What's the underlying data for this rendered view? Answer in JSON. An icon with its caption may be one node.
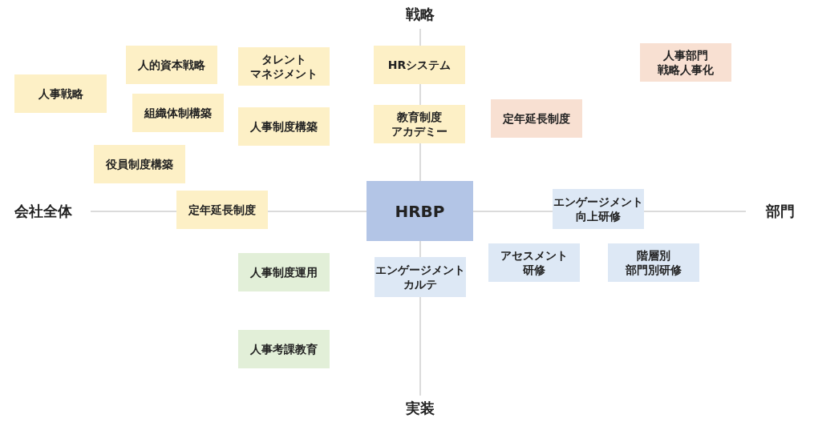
{
  "diagram": {
    "nodes": [
      {
        "text": [
          "人事戦略"
        ]
      },
      {
        "text": [
          "人的資本戦略"
        ]
      },
      {
        "text": [
          "タレントマネジメント"
        ]
      },
      {
        "text": [
          "HRシステム"
        ]
      },
      {
        "text": [
          "人事部門戦略人事化"
        ]
      },
      {
        "text": [
          "組織体制構築"
        ]
      },
      {
        "text": [
          "人事制度構築"
        ]
      },
      {
        "text": [
          "教育制度アカデミー"
        ]
      },
      {
        "text": [
          "定年延長制度"
        ]
      },
      {
        "text": [
          "役員制度構築"
        ]
      },
      {
        "text": [
          "定年延長制度"
        ]
      },
      {
        "text": [
          "HRBP"
        ]
      },
      {
        "text": [
          "エンゲージメント向上研修"
        ]
      },
      {
        "text": [
          "人事制度運用"
        ]
      },
      {
        "text": [
          "エンゲージメントカルテ"
        ]
      },
      {
        "text": [
          "アセスメント研修"
        ]
      },
      {
        "text": [
          "階層別部門別研修"
        ]
      },
      {
        "text": [
          "人事考課教育"
        ]
      }
    ],
    "labels": [
      "戦略",
      "会社全体",
      "部門",
      "実装"
    ]
  }
}
